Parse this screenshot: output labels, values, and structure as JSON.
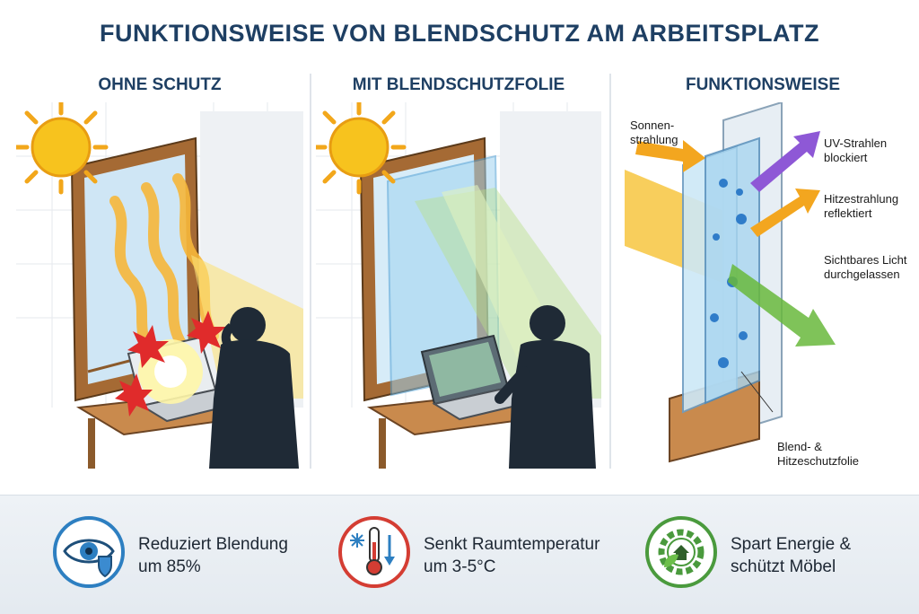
{
  "title": "FUNKTIONSWEISE VON BLENDSCHUTZ AM ARBEITSPLATZ",
  "panels": {
    "without": {
      "title": "OHNE SCHUTZ"
    },
    "with": {
      "title": "MIT BLENDSCHUTZFOLIE"
    },
    "function": {
      "title": "FUNKTIONSWEISE",
      "labels": {
        "sun_1": "Sonnen-",
        "sun_2": "strahlung",
        "uv_1": "UV-Strahlen",
        "uv_2": "blockiert",
        "heat_1": "Hitzestrahlung",
        "heat_2": "reflektiert",
        "light_1": "Sichtbares Licht",
        "light_2": "durchgelassen",
        "film_1": "Blend- &",
        "film_2": "Hitzeschutzfolie"
      }
    }
  },
  "benefits": [
    {
      "icon": "eye-shield-icon",
      "line1": "Reduziert Blendung",
      "line2": "um 85%"
    },
    {
      "icon": "thermometer-snowflake-icon",
      "line1": "Senkt Raumtemperatur",
      "line2": "um 3-5°C"
    },
    {
      "icon": "gear-leaf-house-icon",
      "line1": "Spart Energie &",
      "line2": "schützt Möbel"
    }
  ],
  "colors": {
    "title": "#1e3f63",
    "sun": "#f7c31e",
    "uv_arrow": "#8e58d6",
    "heat_arrow": "#f3a61f",
    "light_arrow": "#69b83c",
    "warning": "#e02b2b",
    "eye_ring": "#2d7fc1",
    "thermo_ring": "#d43d33",
    "energy_ring": "#4a9a3d"
  }
}
